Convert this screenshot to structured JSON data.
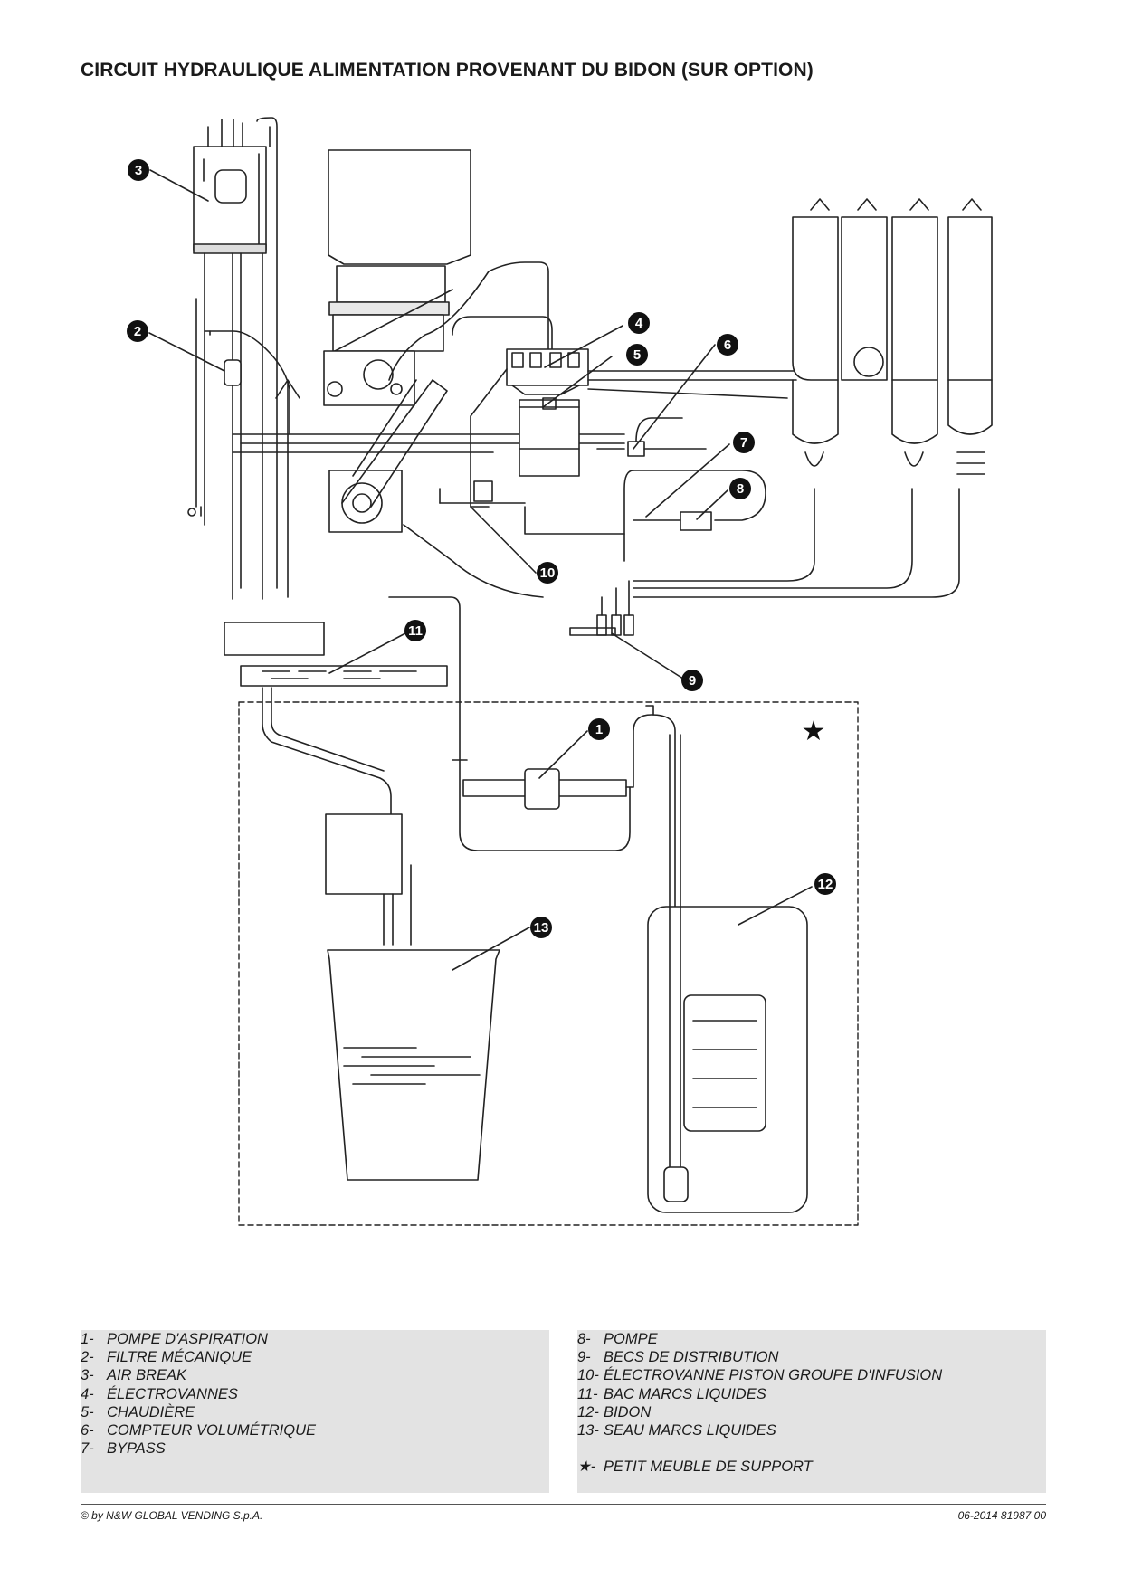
{
  "page": {
    "title": "CIRCUIT HYDRAULIQUE ALIMENTATION PROVENANT DU BIDON (SUR OPTION)"
  },
  "diagram": {
    "callouts": [
      "1",
      "2",
      "3",
      "4",
      "5",
      "6",
      "7",
      "8",
      "9",
      "10",
      "11",
      "12",
      "13"
    ],
    "star": "★"
  },
  "legend": {
    "left": [
      {
        "num": "1-",
        "label": "POMPE D'ASPIRATION"
      },
      {
        "num": "2-",
        "label": "FILTRE MÉCANIQUE"
      },
      {
        "num": "3-",
        "label": "AIR BREAK"
      },
      {
        "num": "4-",
        "label": "ÉLECTROVANNES"
      },
      {
        "num": "5-",
        "label": "CHAUDIÈRE"
      },
      {
        "num": "6-",
        "label": "COMPTEUR VOLUMÉTRIQUE"
      },
      {
        "num": "7-",
        "label": "BYPASS"
      }
    ],
    "right": [
      {
        "num": "8-",
        "label": "POMPE"
      },
      {
        "num": "9-",
        "label": "BECS DE DISTRIBUTION"
      },
      {
        "num": "10-",
        "label": "ÉLECTROVANNE PISTON GROUPE D'INFUSION"
      },
      {
        "num": "11-",
        "label": "BAC MARCS LIQUIDES"
      },
      {
        "num": "12-",
        "label": "BIDON"
      },
      {
        "num": "13-",
        "label": "SEAU MARCS LIQUIDES"
      }
    ],
    "star_item": {
      "num": "★-",
      "label": "PETIT MEUBLE DE SUPPORT"
    }
  },
  "footer": {
    "copyright": "© by N&W GLOBAL VENDING S.p.A.",
    "code": "06-2014 81987 00"
  }
}
